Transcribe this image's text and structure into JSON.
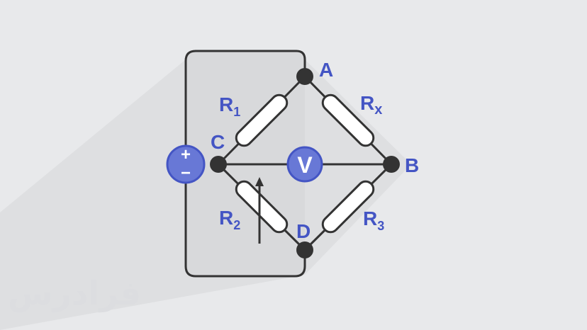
{
  "diagram": {
    "type": "wheatstone-bridge",
    "nodes": {
      "a": "A",
      "b": "B",
      "c": "C",
      "d": "D"
    },
    "resistors": {
      "r1": {
        "base": "R",
        "sub": "1"
      },
      "rx": {
        "base": "R",
        "sub": "x"
      },
      "r2": {
        "base": "R",
        "sub": "2"
      },
      "r3": {
        "base": "R",
        "sub": "3"
      }
    },
    "source": {
      "plus": "+",
      "minus": "−"
    },
    "meter": {
      "symbol": "V"
    },
    "colors": {
      "background": "#e8e9eb",
      "shadow": "#dedfe1",
      "panel": "#d8d9db",
      "wire": "#333333",
      "accent": "#4455c4",
      "accent_fill": "#6878d6",
      "resistor_fill": "#ffffff"
    }
  },
  "watermark": {
    "text": "فرادرس"
  }
}
